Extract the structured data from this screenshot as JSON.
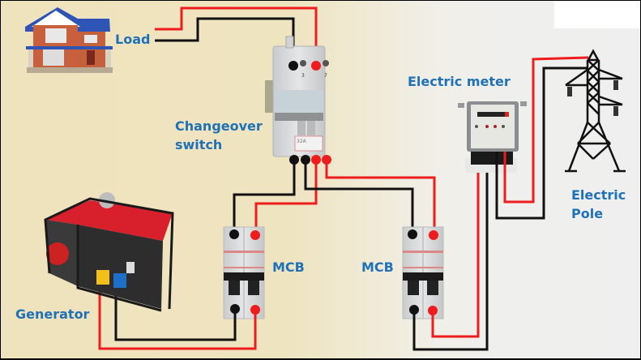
{
  "diagram": {
    "labels": {
      "load": "Load",
      "changeover_line1": "Changeover",
      "changeover_line2": "switch",
      "electric_meter": "Electric meter",
      "electric_pole_line1": "Electric",
      "electric_pole_line2": "Pole",
      "mcb_left": "MCB",
      "mcb_right": "MCB",
      "generator": "Generator"
    },
    "changeover_switch": {
      "rating": "32A",
      "terminal_top_left": "3",
      "terminal_top_right": "7"
    },
    "colors": {
      "live_wire": "#ee1c1c",
      "neutral_wire": "#111111",
      "label_text": "#1f72b8"
    },
    "components": [
      "house",
      "changeover-switch",
      "electric-meter",
      "electric-pole",
      "mcb-generator-side",
      "mcb-mains-side",
      "generator"
    ]
  }
}
